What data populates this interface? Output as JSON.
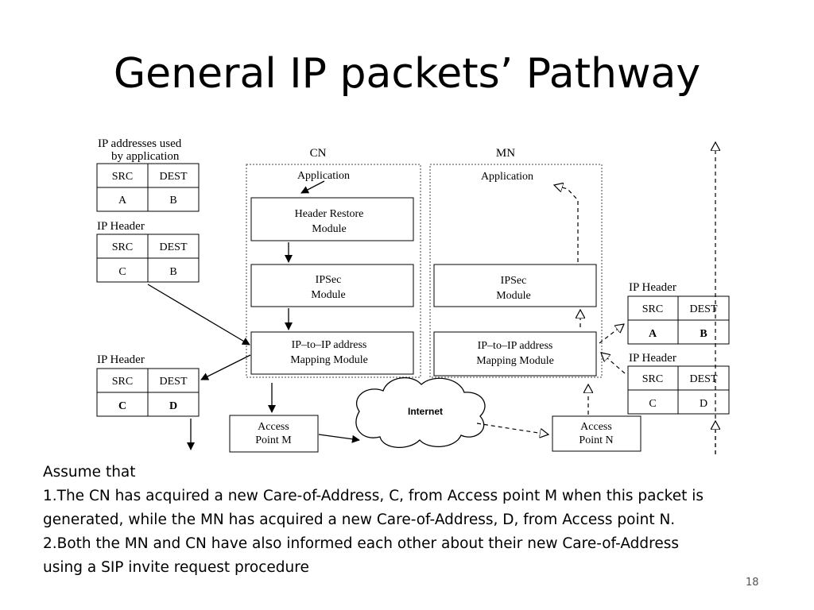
{
  "slide": {
    "title": "General IP packets’ Pathway",
    "page_number": "18"
  },
  "diagram": {
    "app_addr_label_1": "IP addresses used",
    "app_addr_label_2": "by application",
    "cn_label": "CN",
    "mn_label": "MN",
    "table_headers": {
      "src": "SRC",
      "dest": "DEST"
    },
    "tables": [
      {
        "title": "",
        "src": "A",
        "dest": "B"
      },
      {
        "title": "IP Header",
        "src": "C",
        "dest": "B"
      },
      {
        "title": "IP Header",
        "src": "C",
        "dest": "D"
      },
      {
        "title": "IP Header",
        "src": "A",
        "dest": "B"
      },
      {
        "title": "IP Header",
        "src": "C",
        "dest": "D"
      }
    ],
    "cn_app": "Application",
    "mn_app": "Application",
    "header_restore": [
      "Header Restore",
      "Module"
    ],
    "cn_ipsec": [
      "IPSec",
      "Module"
    ],
    "mn_ipsec": [
      "IPSec",
      "Module"
    ],
    "cn_mapping": [
      "IP–to–IP address",
      "Mapping Module"
    ],
    "mn_mapping": [
      "IP–to–IP address",
      "Mapping Module"
    ],
    "access_m": [
      "Access",
      "Point M"
    ],
    "access_n": [
      "Access",
      "Point N"
    ],
    "internet": "Internet"
  },
  "notes": {
    "intro": "Assume that",
    "line1": "1.The CN has acquired a new Care-of-Address, C, from Access point M when this packet is",
    "line2": "generated, while the MN has acquired a new Care-of-Address, D, from Access point N.",
    "line3": "2.Both the MN and CN have also informed each other about their new Care-of-Address",
    "line4": "using a SIP invite request procedure"
  }
}
